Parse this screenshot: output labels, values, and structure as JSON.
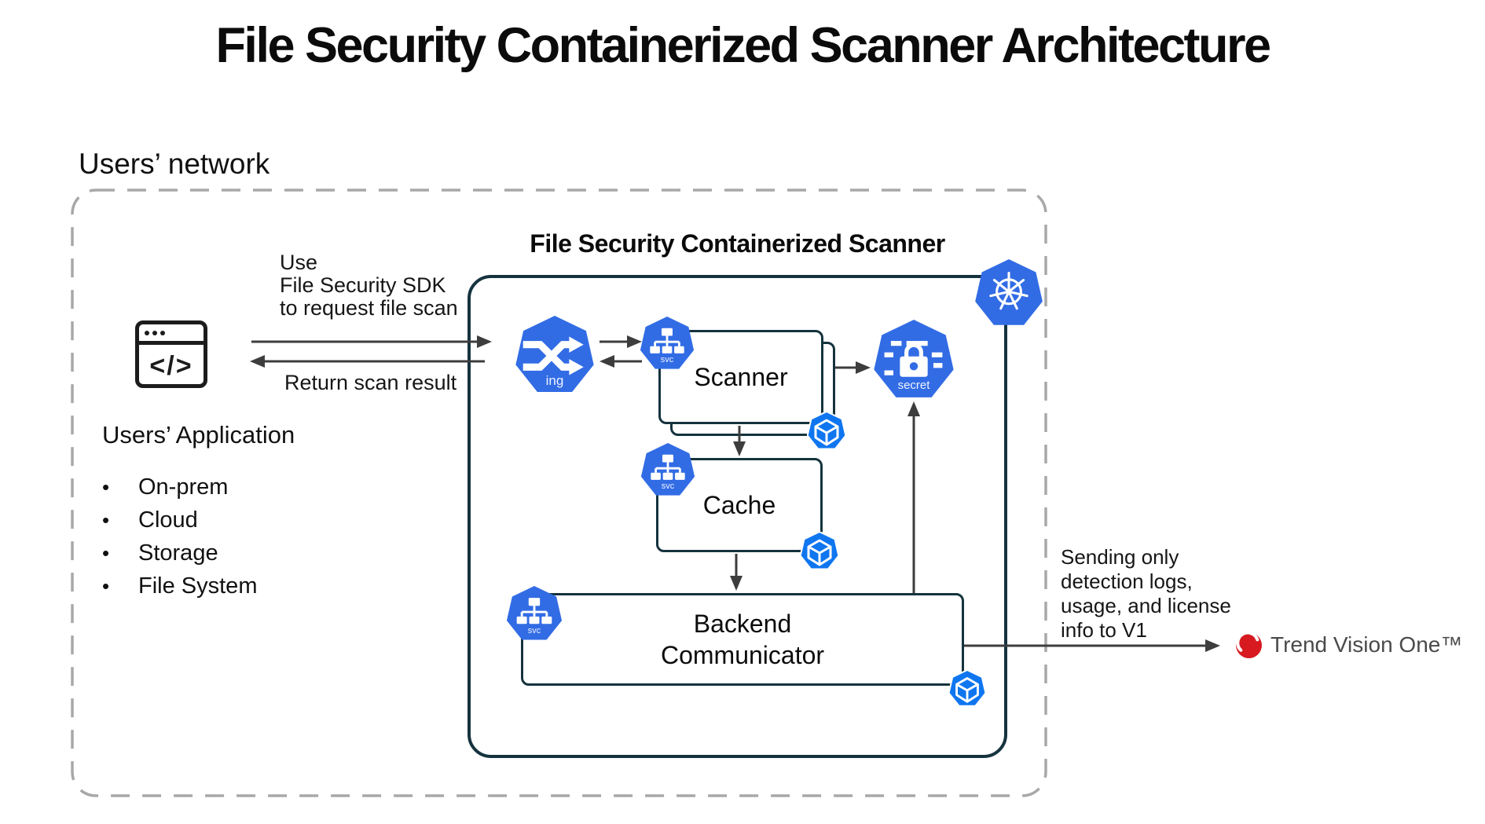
{
  "header": {
    "title": "File Security Containerized Scanner Architecture"
  },
  "outer": {
    "label": "Users’ network"
  },
  "inner": {
    "title": "File Security Containerized Scanner"
  },
  "app": {
    "label": "Users’ Application",
    "code_glyph": "</>",
    "bullet_char": "•",
    "bullets": [
      "On-prem",
      "Cloud",
      "Storage",
      "File System"
    ]
  },
  "flows": {
    "request": [
      "Use",
      "File Security SDK",
      "to request file scan"
    ],
    "return": "Return scan result",
    "sending": [
      "Sending only",
      "detection logs,",
      "usage, and license",
      "info to V1"
    ]
  },
  "components": {
    "scanner": "Scanner",
    "cache": "Cache",
    "backend": [
      "Backend",
      "Communicator"
    ]
  },
  "k8s": {
    "ingress_label": "ing",
    "service_label": "svc",
    "secret_label": "secret",
    "icons": [
      "kubernetes-wheel-icon",
      "ingress-icon",
      "service-icon",
      "secret-icon",
      "pod-cube-icon"
    ]
  },
  "external": {
    "trend": "Trend Vision One™"
  },
  "colors": {
    "k8s_blue": "#326CE5",
    "pod_blue": "#0F76F0",
    "box_border_dark": "#15333E",
    "dashed_border": "#A8A8A8",
    "arrow": "#3D3D3D",
    "trend_red": "#D71920",
    "text": "#111111",
    "trend_text": "#4A4A4A"
  }
}
